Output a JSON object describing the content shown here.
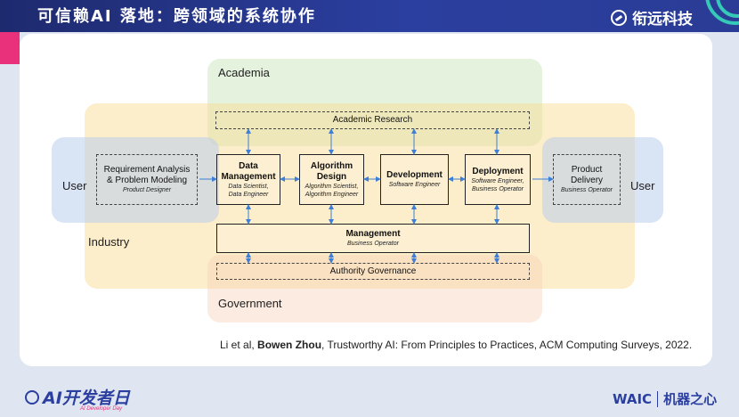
{
  "header": {
    "title": "可信赖AI 落地：跨领域的系统协作",
    "brand": "衔远科技"
  },
  "zones": {
    "academia": "Academia",
    "industry": "Industry",
    "government": "Government",
    "user_left": "User",
    "user_right": "User"
  },
  "academic_research": "Academic Research",
  "authority_governance": "Authority Governance",
  "requirement": {
    "title_line1": "Requirement Analysis",
    "title_line2": "& Problem Modeling",
    "role": "Product Designer"
  },
  "product_delivery": {
    "title_line1": "Product",
    "title_line2": "Delivery",
    "role": "Business Operator"
  },
  "boxes": {
    "data_mgmt": {
      "title_line1": "Data",
      "title_line2": "Management",
      "role_line1": "Data Scientist,",
      "role_line2": "Data Engineer"
    },
    "algo_design": {
      "title_line1": "Algorithm",
      "title_line2": "Design",
      "role_line1": "Algorithm Scientist,",
      "role_line2": "Algorithm Engineer"
    },
    "development": {
      "title": "Development",
      "role": "Software Engineer"
    },
    "deployment": {
      "title": "Deployment",
      "role_line1": "Software Engineer,",
      "role_line2": "Business Operator"
    }
  },
  "management": {
    "title": "Management",
    "role": "Business Operator"
  },
  "citation": {
    "prefix": "Li et al, ",
    "author": "Bowen Zhou",
    "rest": ", Trustworthy AI: From Principles to Practices,  ACM Computing Surveys, 2022."
  },
  "footer": {
    "left_logo": "AI开发者日",
    "left_sub": "AI Developer Day",
    "right_logo_1": "WAIC",
    "right_logo_2": "机器之心"
  },
  "colors": {
    "header": "#2b3fa0",
    "accent": "#e8317a",
    "arrow": "#3d7fd6",
    "teal": "#37c9b7"
  }
}
